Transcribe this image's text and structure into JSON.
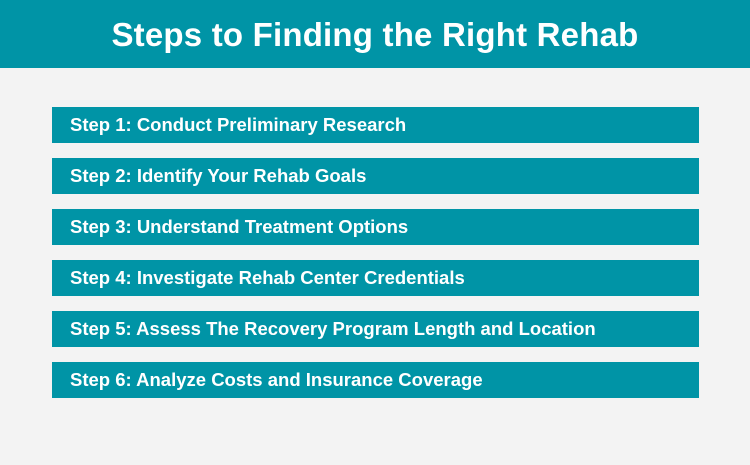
{
  "header": {
    "title": "Steps to Finding the Right Rehab"
  },
  "steps": [
    {
      "label": "Step 1: Conduct Preliminary Research"
    },
    {
      "label": "Step 2: Identify Your Rehab Goals"
    },
    {
      "label": "Step 3: Understand Treatment Options"
    },
    {
      "label": "Step 4: Investigate Rehab Center Credentials"
    },
    {
      "label": "Step 5: Assess The Recovery Program Length and Location"
    },
    {
      "label": "Step 6: Analyze Costs and Insurance Coverage"
    }
  ],
  "colors": {
    "accent": "#0094a6",
    "background": "#f3f3f3",
    "text_on_accent": "#ffffff"
  }
}
